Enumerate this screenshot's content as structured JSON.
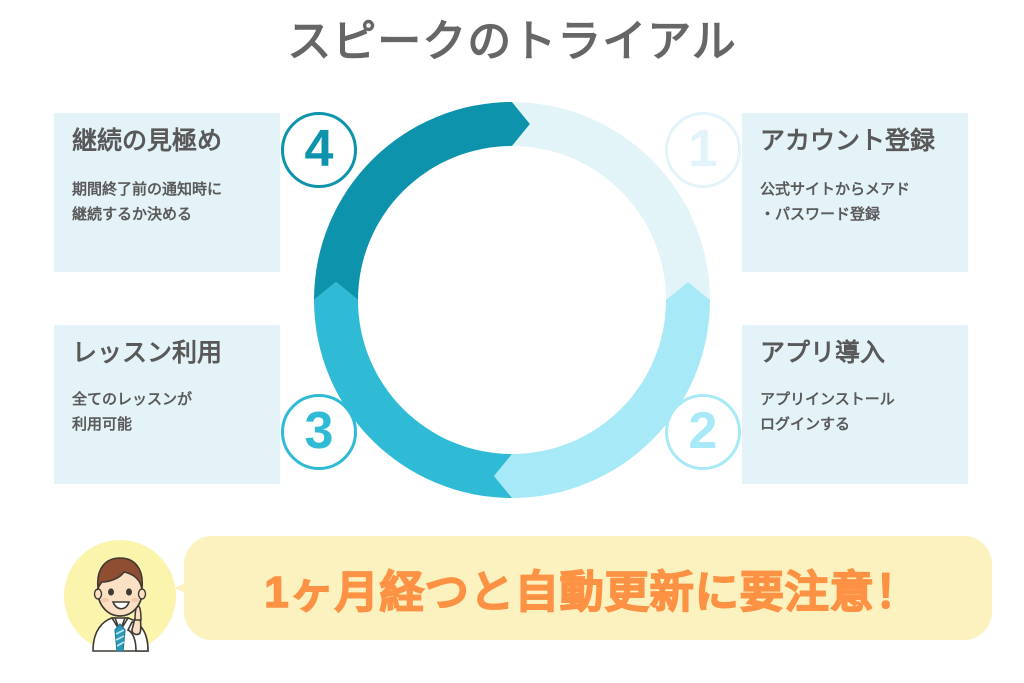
{
  "header": {
    "title": "スピークのトライアル"
  },
  "wheel": {
    "segments": [
      {
        "number": "1",
        "color": "#e3f4f9"
      },
      {
        "number": "2",
        "color": "#a7e9f6"
      },
      {
        "number": "3",
        "color": "#2fbbd6"
      },
      {
        "number": "4",
        "color": "#0d93ab"
      }
    ],
    "center_fill": "#ffffff",
    "gap_color": "#ffffff"
  },
  "steps": [
    {
      "number": "1",
      "title": "アカウント登録",
      "desc_line1": "公式サイトからメアド",
      "desc_line2": "・パスワード登録",
      "badge_color": "#e2f3f9",
      "box_bg": "#e4f3f8"
    },
    {
      "number": "2",
      "title": "アプリ導入",
      "desc_line1": "アプリインストール",
      "desc_line2": "ログインする",
      "badge_color": "#a7e9f6",
      "box_bg": "#e4f3f8"
    },
    {
      "number": "3",
      "title": "レッスン利用",
      "desc_line1": "全てのレッスンが",
      "desc_line2": "利用可能",
      "badge_color": "#2fbbd6",
      "box_bg": "#e4f3f8"
    },
    {
      "number": "4",
      "title": "継続の見極め",
      "desc_line1": "期間終了前の通知時に",
      "desc_line2": "継続するか決める",
      "badge_color": "#0d93ab",
      "box_bg": "#e4f3f8"
    }
  ],
  "callout": {
    "text": "1ヶ月経つと自動更新に要注意！",
    "bubble_color": "#fcf2bf",
    "text_color": "#fd9244",
    "avatar_name": "male-student-pointing-up-avatar",
    "avatar_bg": "#faf4ad"
  }
}
